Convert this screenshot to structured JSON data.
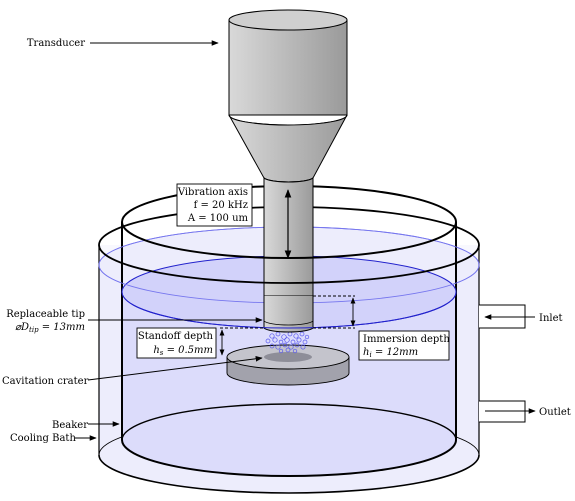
{
  "labels": {
    "transducer": "Transducer",
    "vibration_axis": "Vibration axis",
    "frequency": "f = 20 kHz",
    "amplitude": "A = 100 um",
    "replaceable_tip": "Replaceable tip",
    "tip_diameter_symbol": "⌀D",
    "tip_diameter_sub": "tip",
    "tip_diameter_value": " = 13mm",
    "standoff_depth": "Standoff depth",
    "standoff_symbol": "h",
    "standoff_sub": "s",
    "standoff_value": " = 0.5mm",
    "immersion_depth": "Immersion depth",
    "immersion_symbol": "h",
    "immersion_sub": "i",
    "immersion_value": " = 12mm",
    "cavitation_crater": "Cavitation crater",
    "beaker": "Beaker",
    "cooling_bath": "Cooling Bath",
    "inlet": "Inlet",
    "outlet": "Outlet"
  },
  "colors": {
    "liquid_fill": "#dcdcfb",
    "bath_fill": "#ededfc",
    "liquid_surface": "#3333dd",
    "bubbles": "#5555ee",
    "steel_light": "#d9d9d9",
    "steel_dark": "#9a9a9a",
    "sample_top": "#c4c4cc",
    "sample_side": "#a2a2ac",
    "crater": "#8e8e98"
  }
}
